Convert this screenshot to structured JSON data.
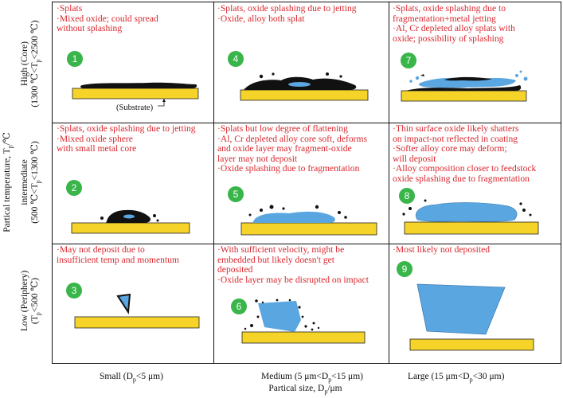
{
  "axis": {
    "x_label": "Partical size, D",
    "x_label_sub": "p",
    "x_label_unit": "/μm",
    "y_label": "Partical temperature, T",
    "y_label_sub": "p",
    "y_label_unit": "/℃"
  },
  "columns": [
    {
      "label": "Small (D",
      "sub": "p",
      "rest": "<5 μm)"
    },
    {
      "label": "Medium (5 μm<D",
      "sub": "p",
      "rest": "<15 μm)"
    },
    {
      "label": "Large (15 μm<D",
      "sub": "p",
      "rest": "<30 μm)"
    }
  ],
  "rows": [
    {
      "line1": "High (Core)",
      "line2": "(1300 ℃<T",
      "line2_sub": "p",
      "line2_rest": "<2500 ℃)"
    },
    {
      "line1": "intermediate",
      "line2": "(500 ℃<T",
      "line2_sub": "p",
      "line2_rest": "<1300 ℃)"
    },
    {
      "line1": "Low (Periphery)",
      "line2": "(T",
      "line2_sub": "p",
      "line2_rest": "<500 ℃)"
    }
  ],
  "substrate_label": "(Substrate)",
  "cells": [
    {
      "number": "1",
      "notes": [
        "·Splats",
        "·Mixed oxide; could spread",
        "  without splashing"
      ]
    },
    {
      "number": "4",
      "notes": [
        "·Splats, oxide splashing due to jetting",
        "·Oxide, alloy both splat"
      ]
    },
    {
      "number": "7",
      "notes": [
        "·Splats, oxide splashing due to",
        "  fragmentation+metal jetting",
        "·Al, Cr depleted alloy splats with",
        "  oxide; possibility of splashing"
      ]
    },
    {
      "number": "2",
      "notes": [
        "·Splats, oxide splashing due to jetting",
        "·Mixed oxide sphere",
        "  with small metal core"
      ]
    },
    {
      "number": "5",
      "notes": [
        "·Splats but low degree of flattening",
        "·Al, Cr depleted alloy core soft, deforms",
        "  and oxide layer may fragment-oxide",
        "  layer may not deposit",
        "·Oxide splashing due to fragmentation"
      ]
    },
    {
      "number": "8",
      "notes": [
        "·Thin surface oxide likely shatters",
        "  on impact-not reflected in coating",
        "·Softer alloy core may deform;",
        "  will deposit",
        "·Alloy composition closer to feedstock",
        "  oxide splashing due to fragmentation"
      ]
    },
    {
      "number": "3",
      "notes": [
        "·May not deposit due to",
        "  insufficient temp and momentum"
      ]
    },
    {
      "number": "6",
      "notes": [
        "·With sufficient velocity, might be",
        "  embedded but likely doesn't get",
        "  deposited",
        "·Oxide layer may be disrupted on impact"
      ]
    },
    {
      "number": "9",
      "notes": [
        "·Most likely not deposited"
      ]
    }
  ],
  "colors": {
    "note_text": "#d9272e",
    "badge": "#39b54a",
    "substrate": "#f5d328",
    "alloy": "#5aa6e0",
    "oxide": "#111111"
  }
}
